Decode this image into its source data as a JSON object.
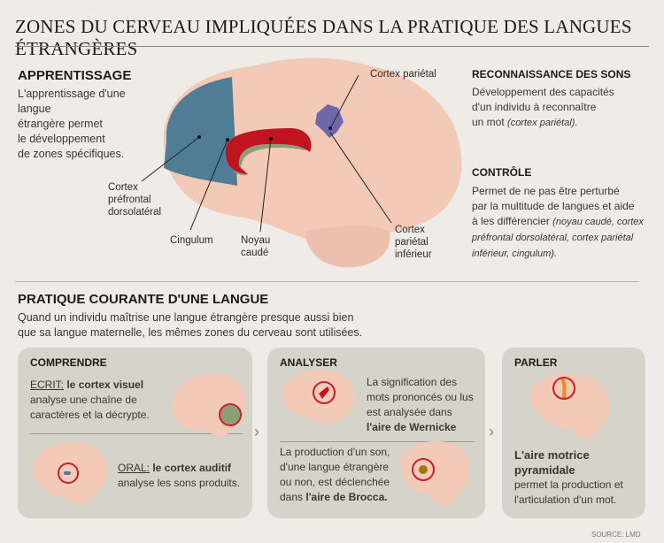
{
  "title": "ZONES DU CERVEAU IMPLIQUÉES DANS LA PRATIQUE DES LANGUES ÉTRANGÈRES",
  "apprentissage": {
    "heading": "APPRENTISSAGE",
    "lines": [
      "L'apprentissage d'une langue",
      "étrangère permet",
      "le développement",
      "de zones spécifiques."
    ]
  },
  "labels": {
    "cortex_parietal": "Cortex pariétal",
    "prefrontal": [
      "Cortex",
      "préfrontal",
      "dorsolatéral"
    ],
    "cingulum": "Cingulum",
    "noyau": [
      "Noyau",
      "caudé"
    ],
    "parietal_inferieur": [
      "Cortex",
      "pariétal",
      "inférieur"
    ]
  },
  "reconnaissance": {
    "heading": "RECONNAISSANCE DES SONS",
    "lines": [
      "Développement des capacités",
      "d'un individu à reconnaître",
      "un mot "
    ],
    "note": "(cortex pariétal)."
  },
  "controle": {
    "heading": "CONTRÔLE",
    "lines": [
      "Permet de ne pas être perturbé",
      "par la multitude de langues et aide",
      "à les différencier "
    ],
    "note1": "(noyau caudé, cortex",
    "note2": "préfrontal dorsolatéral, cortex pariétal",
    "note3": "inférieur, cingulum)."
  },
  "pratique": {
    "heading": "PRATIQUE COURANTE D'UNE LANGUE",
    "lines": [
      "Quand un individu maîtrise une langue étrangère presque aussi bien",
      "que sa langue maternelle, les mêmes zones du cerveau sont utilisées."
    ]
  },
  "comprendre": {
    "heading": "COMPRENDRE",
    "ecrit_label": "ECRIT:",
    "ecrit_bold": " le cortex visuel",
    "ecrit_lines": [
      "analyse une chaîne de",
      "caractères et la décrypte."
    ],
    "oral_label": "ORAL:",
    "oral_bold": " le cortex auditif",
    "oral_line": "analyse les sons produits."
  },
  "analyser": {
    "heading": "ANALYSER",
    "wernicke_lines": [
      "La signification des",
      "mots prononcés ou lus",
      "est analysée dans"
    ],
    "wernicke_bold": "l'aire de Wernicke",
    "broca_lines": [
      "La production d'un son,",
      "d'une langue étrangère",
      "ou non, est déclenchée"
    ],
    "broca_prefix": "dans ",
    "broca_bold": "l'aire de Brocca."
  },
  "parler": {
    "heading": "PARLER",
    "bold_lines": [
      "L'aire motrice",
      "pyramidale"
    ],
    "lines": [
      "permet la production et",
      "l'articulation d'un mot."
    ]
  },
  "source": "SOURCE: LMD",
  "colors": {
    "brain": "#f3c9b8",
    "prefrontal": "#4f7d96",
    "cingulum": "#c0141e",
    "noyau": "#8c9e76",
    "parietal": "#6f68a8",
    "highlight_ring": "#c8202c",
    "panel": "#d6d4ca",
    "background": "#efece8"
  }
}
